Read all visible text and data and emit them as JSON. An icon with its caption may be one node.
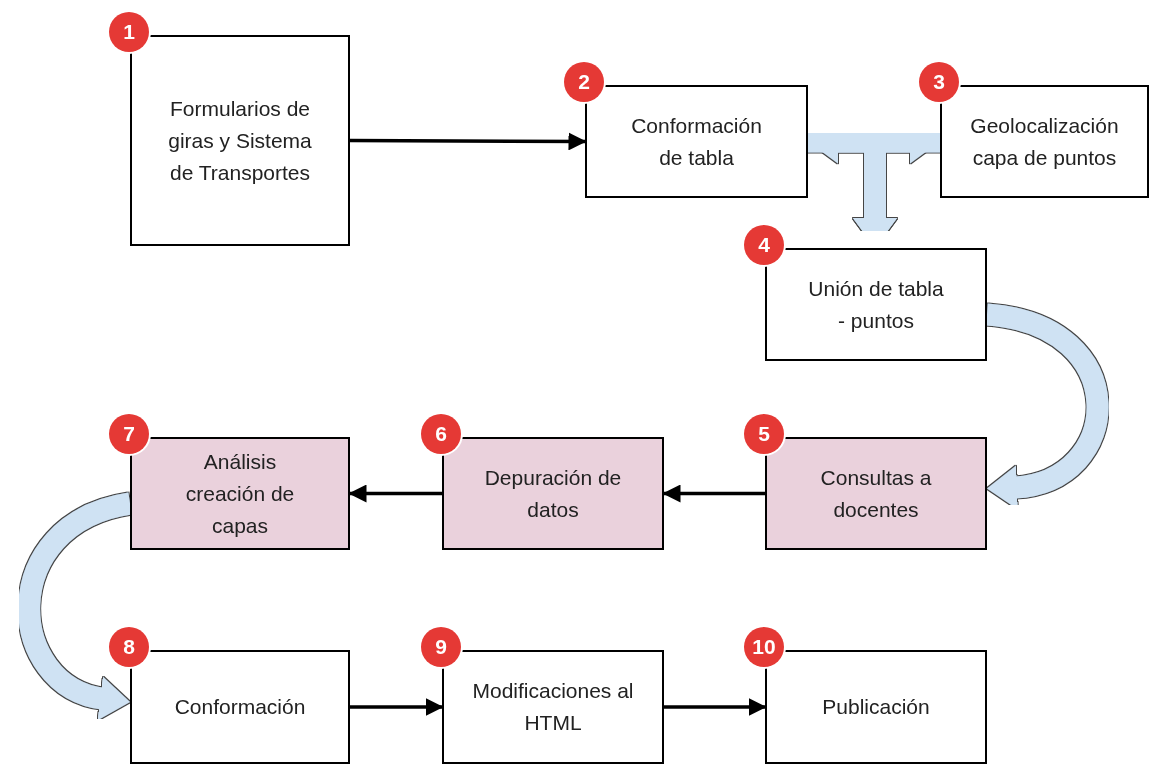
{
  "diagram": {
    "nodes": [
      {
        "text": [
          "Formularios de giras y Sistema de Transportes"
        ],
        "beside": [
          "1"
        ]
      },
      {
        "text": [
          "Conformación de tabla"
        ],
        "beside": [
          "2"
        ]
      },
      {
        "text": [
          "Geolocalización capa de puntos"
        ],
        "beside": [
          "3"
        ]
      },
      {
        "text": [
          "Unión de tabla - puntos"
        ],
        "beside": [
          "4"
        ]
      },
      {
        "text": [
          "Consultas a docentes"
        ],
        "beside": [
          "5"
        ]
      },
      {
        "text": [
          "Depuración de datos"
        ],
        "beside": [
          "6"
        ]
      },
      {
        "text": [
          "Análisis creación de capas"
        ],
        "beside": [
          "7"
        ]
      },
      {
        "text": [
          "Conformación"
        ],
        "beside": [
          "8"
        ]
      },
      {
        "text": [
          "Modificaciones al HTML"
        ],
        "beside": [
          "9"
        ]
      },
      {
        "text": [
          "Publicación"
        ],
        "beside": [
          "10"
        ]
      }
    ],
    "edges": [
      {
        "from": 0,
        "to": 1,
        "arrow": "to"
      },
      {
        "from": 1,
        "to": 2,
        "arrow": "both",
        "style": "thick",
        "color": "#cfe2f3"
      },
      {
        "from": 1,
        "to": 3,
        "arrow": "to",
        "style": "thick",
        "color": "#cfe2f3"
      },
      {
        "from": 2,
        "to": 3,
        "arrow": "to",
        "style": "thick",
        "color": "#cfe2f3"
      },
      {
        "from": 3,
        "to": 4,
        "arrow": "to",
        "style": "thick",
        "color": "#cfe2f3"
      },
      {
        "from": 4,
        "to": 5,
        "arrow": "to"
      },
      {
        "from": 5,
        "to": 6,
        "arrow": "to"
      },
      {
        "from": 6,
        "to": 7,
        "arrow": "to",
        "style": "thick",
        "color": "#cfe2f3"
      },
      {
        "from": 7,
        "to": 8,
        "arrow": "to"
      },
      {
        "from": 8,
        "to": 9,
        "arrow": "to"
      }
    ]
  }
}
